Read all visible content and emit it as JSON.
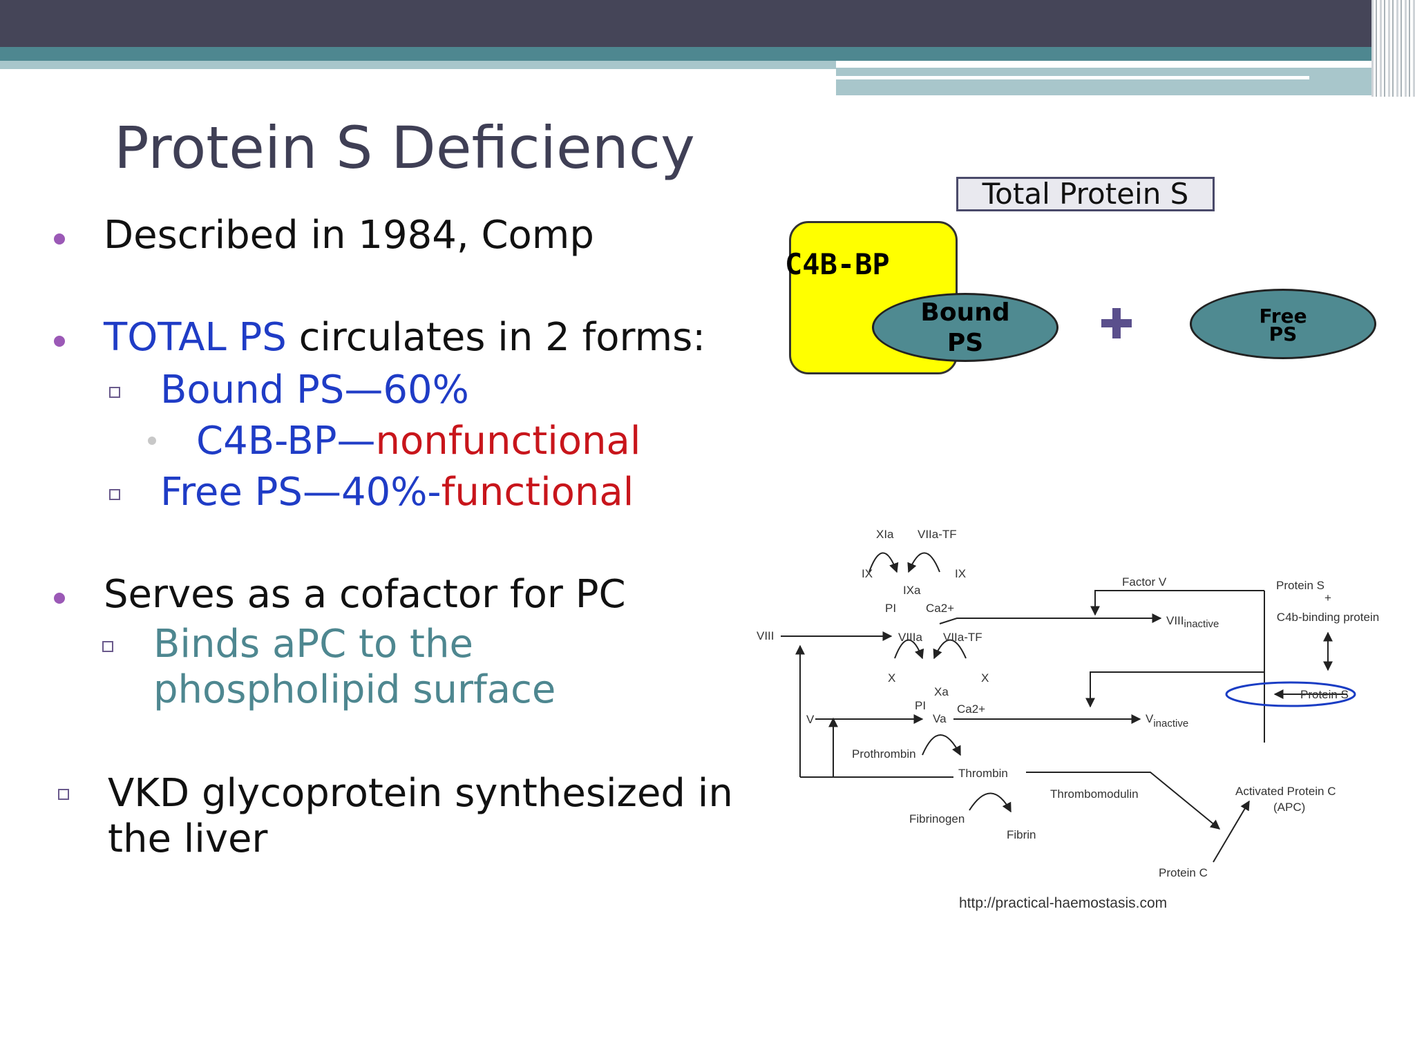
{
  "slide": {
    "title": "Protein S Deficiency",
    "bullets": {
      "b1": "Described in 1984, Comp",
      "b2_blue": "TOTAL PS",
      "b2_rest": " circulates in 2 forms:",
      "b2_sub1": "Bound PS—60%",
      "b2_sub1a_blue": "C4B-BP—",
      "b2_sub1a_red": "nonfunctional",
      "b2_sub2_blue": "Free PS—40%-",
      "b2_sub2_red": "functional",
      "b3": "Serves as a cofactor for PC",
      "b3_sub_line1": "Binds aPC to the",
      "b3_sub_line2": "phospholipid surface",
      "b4_line1": "VKD glycoprotein synthesized in",
      "b4_line2": "the liver"
    }
  },
  "diagram_top": {
    "total_label": "Total Protein S",
    "c4b_label": "C4B-BP",
    "bound_line1": "Bound",
    "bound_line2": "PS",
    "free_line1": "Free",
    "free_line2": "PS"
  },
  "coag_diagram": {
    "labels": {
      "XIa": "XIa",
      "VIIa_TF_1": "VIIa-TF",
      "IX_left": "IX",
      "IX_right": "IX",
      "IXa": "IXa",
      "PI_1": "PI",
      "Ca_1": "Ca2+",
      "VIII": "VIII",
      "VIIIa": "VIIIa",
      "VIIa_TF_2": "VIIa-TF",
      "X_left": "X",
      "X_right": "X",
      "Xa": "Xa",
      "PI_2": "PI",
      "Va": "Va",
      "Ca_2": "Ca2+",
      "V": "V",
      "Prothrombin": "Prothrombin",
      "Thrombin": "Thrombin",
      "Fibrinogen": "Fibrinogen",
      "Fibrin": "Fibrin",
      "Thrombomodulin": "Thrombomodulin",
      "Protein_C": "Protein C",
      "APC_1": "Activated Protein C",
      "APC_2": "(APC)",
      "Factor_V": "Factor V",
      "VIII_inactive_base": "VIII",
      "VIII_inactive_sub": "inactive",
      "V_inactive_base": "V",
      "V_inactive_sub": "inactive",
      "PS_top1": "Protein S",
      "PS_top2": "+",
      "PS_top3": "C4b-binding protein",
      "Protein_S": "Protein S"
    },
    "source": "http://practical-haemostasis.com"
  }
}
